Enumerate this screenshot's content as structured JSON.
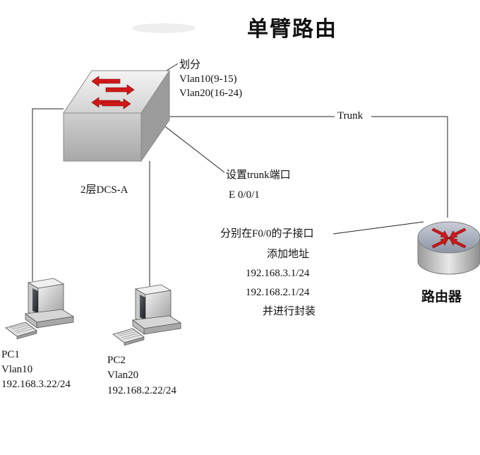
{
  "title": "单臂路由",
  "switch": {
    "name": "2层DCS-A",
    "vlan_note": {
      "heading": "划分",
      "line1": "Vlan10(9-15)",
      "line2": "Vlan20(16-24)"
    },
    "trunk_note": {
      "line1": "设置trunk端口",
      "line2": "E 0/0/1"
    }
  },
  "link_label": "Trunk",
  "router": {
    "name": "路由器",
    "note": {
      "line1": "分别在F0/0的子接口",
      "line2": "添加地址",
      "line3": "192.168.3.1/24",
      "line4": "192.168.2.1/24",
      "line5": "并进行封装"
    }
  },
  "pc1": {
    "name": "PC1",
    "vlan": "Vlan10",
    "ip": "192.168.3.22/24"
  },
  "pc2": {
    "name": "PC2",
    "vlan": "Vlan20",
    "ip": "192.168.2.22/24"
  },
  "colors": {
    "switch_front": "#b8b8b8",
    "switch_top": "#e6e6e6",
    "arrow": "#d01818",
    "router_body": "#c0c0c0",
    "router_top": "#9fa8b8"
  }
}
